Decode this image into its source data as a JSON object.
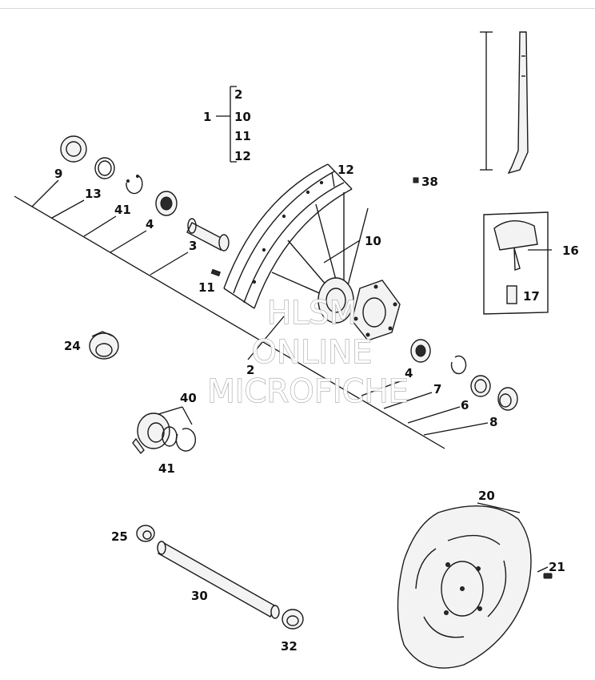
{
  "callouts": [
    {
      "id": "c1",
      "label": "1"
    },
    {
      "id": "c2a",
      "label": "2"
    },
    {
      "id": "c10a",
      "label": "10"
    },
    {
      "id": "c11a",
      "label": "11"
    },
    {
      "id": "c12a",
      "label": "12"
    },
    {
      "id": "c9",
      "label": "9"
    },
    {
      "id": "c13",
      "label": "13"
    },
    {
      "id": "c41a",
      "label": "41"
    },
    {
      "id": "c4a",
      "label": "4"
    },
    {
      "id": "c3",
      "label": "3"
    },
    {
      "id": "c11b",
      "label": "11"
    },
    {
      "id": "c12b",
      "label": "12"
    },
    {
      "id": "c10b",
      "label": "10"
    },
    {
      "id": "c38",
      "label": "38"
    },
    {
      "id": "c16",
      "label": "16"
    },
    {
      "id": "c17",
      "label": "17"
    },
    {
      "id": "c24",
      "label": "24"
    },
    {
      "id": "c2b",
      "label": "2"
    },
    {
      "id": "c4b",
      "label": "4"
    },
    {
      "id": "c7",
      "label": "7"
    },
    {
      "id": "c6",
      "label": "6"
    },
    {
      "id": "c8",
      "label": "8"
    },
    {
      "id": "c40",
      "label": "40"
    },
    {
      "id": "c41b",
      "label": "41"
    },
    {
      "id": "c20",
      "label": "20"
    },
    {
      "id": "c21",
      "label": "21"
    },
    {
      "id": "c25",
      "label": "25"
    },
    {
      "id": "c30",
      "label": "30"
    },
    {
      "id": "c32",
      "label": "32"
    }
  ],
  "watermark": [
    "HLSM",
    "ONLINE",
    "MICROFICHE"
  ]
}
